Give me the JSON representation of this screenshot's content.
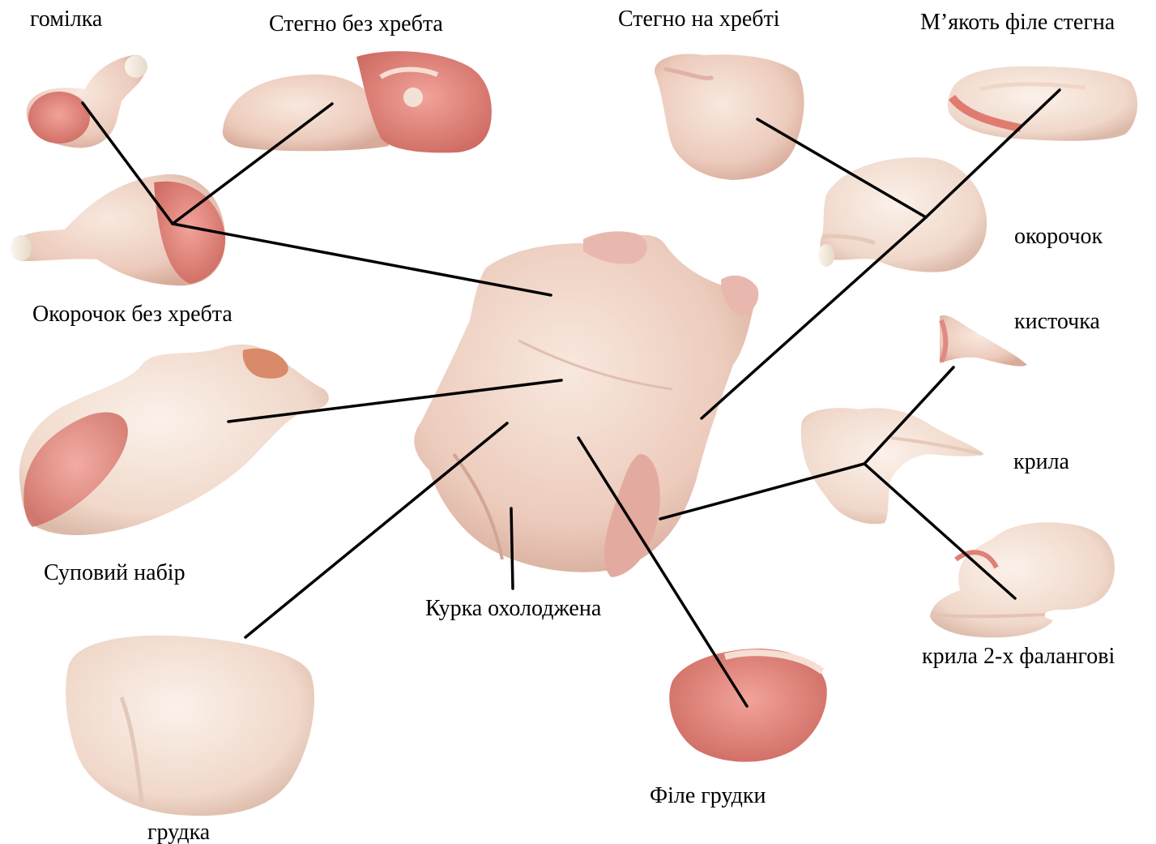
{
  "colors": {
    "skin_light": "#f3ddd0",
    "skin_mid": "#e9c2b2",
    "skin_shadow": "#d4a394",
    "meat_pink": "#e88e86",
    "meat_red": "#d66a62",
    "fat_yellow": "#f2d7a6",
    "bone": "#f4ece0",
    "line": "#000000",
    "text": "#000000"
  },
  "labels": {
    "shank": "гомілка",
    "thigh_boneless": "Стегно без хребта",
    "thigh_on_back": "Стегно на хребті",
    "thigh_fillet": "М’якоть філе стегна",
    "leg_quarter": "окорочок",
    "leg_quarter_boneless": "Окорочок без хребта",
    "wing_tip": "кисточка",
    "wings": "крила",
    "soup_set": "Суповий набір",
    "whole_chicken": "Курка охолоджена",
    "wings_two_phalanx": "крила 2-х фалангові",
    "breast_fillet": "Філе грудки",
    "breast": "грудка"
  }
}
